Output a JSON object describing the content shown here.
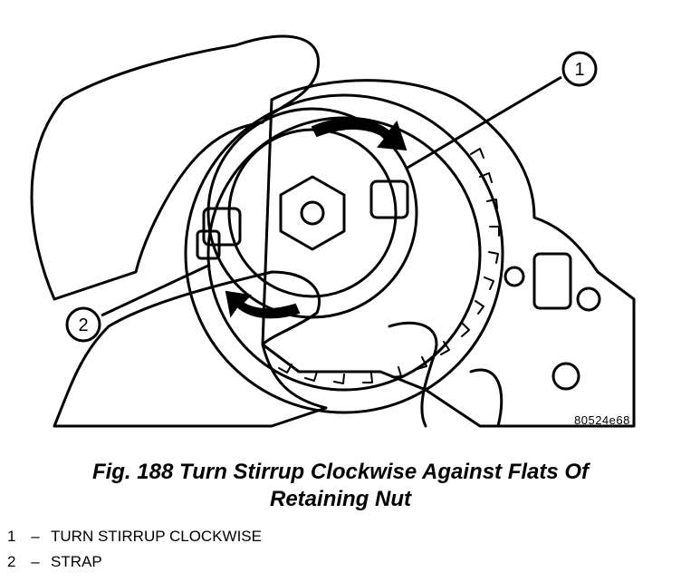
{
  "figure": {
    "ref_code": "80524e68",
    "callouts": [
      {
        "num": "1",
        "label": "TURN STIRRUP CLOCKWISE"
      },
      {
        "num": "2",
        "label": "STRAP"
      }
    ]
  },
  "caption": {
    "line1": "Fig. 188 Turn Stirrup Clockwise Against Flats Of",
    "line2": "Retaining Nut"
  },
  "legend": {
    "items": [
      {
        "num": "1",
        "dash": "–",
        "text": "TURN STIRRUP CLOCKWISE"
      },
      {
        "num": "2",
        "dash": "–",
        "text": "STRAP"
      }
    ]
  }
}
